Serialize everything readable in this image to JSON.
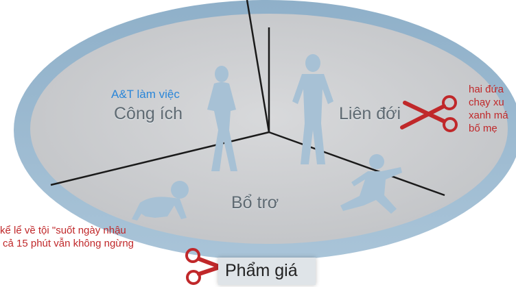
{
  "zones": {
    "cong_ich": "Công ích",
    "lien_doi": "Liên đới",
    "bo_tro": "Bổ trơ",
    "pham_gia": "Phẩm giá"
  },
  "notes": {
    "cong_ich_note": "A&T làm việc",
    "lien_doi_note": [
      "hai đứa",
      "chạy xu",
      "xanh má",
      "bố mẹ"
    ],
    "pham_gia_note": [
      "kể lể về tội \"suốt ngày nhậu",
      "cả 15 phút vẫn không ngừng"
    ]
  },
  "icons": [
    "scissors-icon",
    "adult-female-silhouette",
    "adult-male-silhouette",
    "running-child-silhouette",
    "crawling-baby-silhouette"
  ],
  "colors": {
    "ring": "#9ab6cc",
    "floor": "#cfd0d2",
    "figure": "#a9c3d6",
    "scissors": "#c0282a",
    "note_red": "#c0282a",
    "note_blue": "#2a86d8"
  }
}
